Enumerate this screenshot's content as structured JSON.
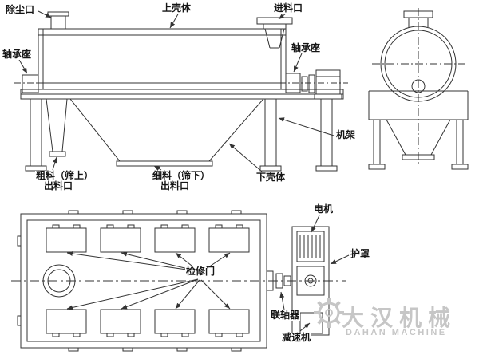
{
  "colors": {
    "line": "#333333",
    "watermark": "#c6c6c6"
  },
  "side_view": {
    "dust_port": "除尘口",
    "upper_shell": "上壳体",
    "feed_inlet": "进料口",
    "bearing_seat_left": "轴承座",
    "bearing_seat_right": "轴承座",
    "frame": "机架",
    "coarse_outlet_line1": "粗料（筛上）",
    "coarse_outlet_line2": "出料口",
    "fine_outlet_line1": "细料（筛下）",
    "fine_outlet_line2": "出料口",
    "lower_shell": "下壳体"
  },
  "top_view": {
    "motor": "电机",
    "guard": "护罩",
    "inspection_door": "检修门",
    "coupling": "联轴器",
    "reducer": "减速机"
  },
  "watermark": {
    "brand_cn": "大汉机械",
    "brand_en": "DAHAN MACHINE"
  }
}
